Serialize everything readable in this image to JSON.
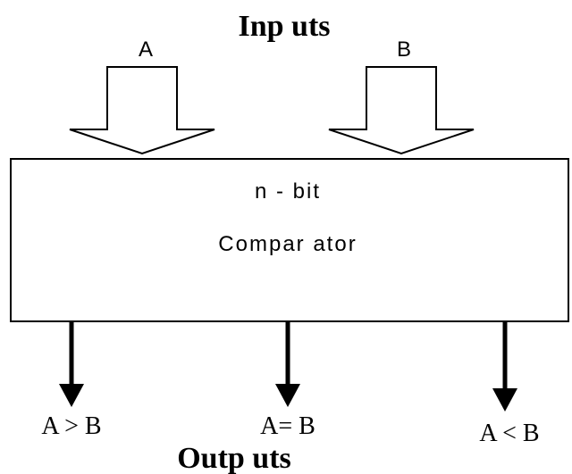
{
  "diagram": {
    "title_top": "Inp uts",
    "title_bottom": "Outp uts",
    "inputs": [
      {
        "label": "A"
      },
      {
        "label": "B"
      }
    ],
    "box": {
      "line1": "n - bit",
      "line2": "Compar ator"
    },
    "outputs": [
      {
        "label": "A > B"
      },
      {
        "label": "A= B"
      },
      {
        "label": "A < B"
      }
    ],
    "colors": {
      "stroke": "#000000",
      "background": "#ffffff"
    }
  }
}
